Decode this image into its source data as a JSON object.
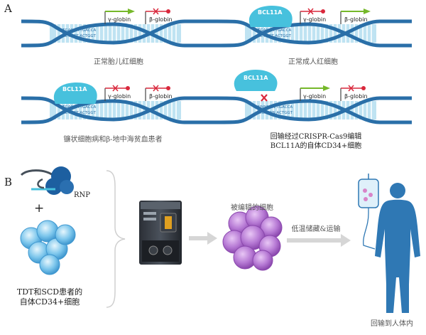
{
  "panel_a": {
    "letter": "A",
    "labels": {
      "gamma_globin": "γ-globin",
      "beta_globin": "β-globin",
      "bcl11a": "BCL11A",
      "seq_top": "TGACCA TGACCA",
      "seq_bottom": "ACTGGT ACTGGT",
      "seq_edited_top": "NNNNNN TGACCA",
      "seq_edited_bottom": "NNNNNN ACTGGT"
    },
    "captions": {
      "normal_fetal": "正常胎儿红细胞",
      "normal_adult": "正常成人红细胞",
      "patient": "镰状细胞病和β-地中海贫血患者",
      "edited_line1": "回输经过CRISPR-Cas9编辑",
      "edited_line2": "BCL11A的自体CD34+细胞"
    }
  },
  "panel_b": {
    "letter": "B",
    "rnp_label": "RNP",
    "plus": "+",
    "patient_cells_line1": "TDT和SCD患者的",
    "patient_cells_line2": "自体CD34+细胞",
    "edited_cells": "被编辑的细胞",
    "storage": "低温储藏&运输",
    "reinfusion": "回输到人体内"
  },
  "colors": {
    "dna_strand": "#2a6fa8",
    "dna_rung": "#bfe3f2",
    "bcl11a": "#47c1dd",
    "gamma_arrow": "#76b82a",
    "beta_arrow": "#d9283c",
    "human": "#2f78b4",
    "edited_cell": "#b679d4",
    "cd34_cell": "#7cc6ec",
    "rnp": "#1d5fa0"
  }
}
